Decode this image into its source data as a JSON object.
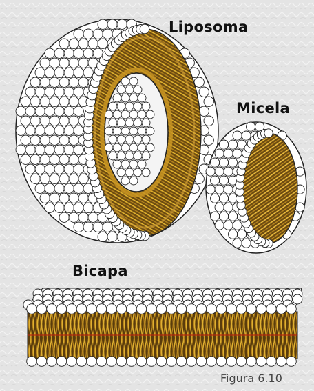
{
  "labels": {
    "liposome": "Liposoma",
    "micelle": "Micela",
    "bilayer": "Bicapa"
  },
  "caption": "Figura 6.10",
  "colors": {
    "background": "#e6e6e6",
    "head": "#ffffff",
    "head_outline": "#222222",
    "tail_gold": "#c89422",
    "tail_dark": "#6b4a10",
    "tail_highlight": "#f0c040",
    "tail_accent": "#b82810"
  }
}
